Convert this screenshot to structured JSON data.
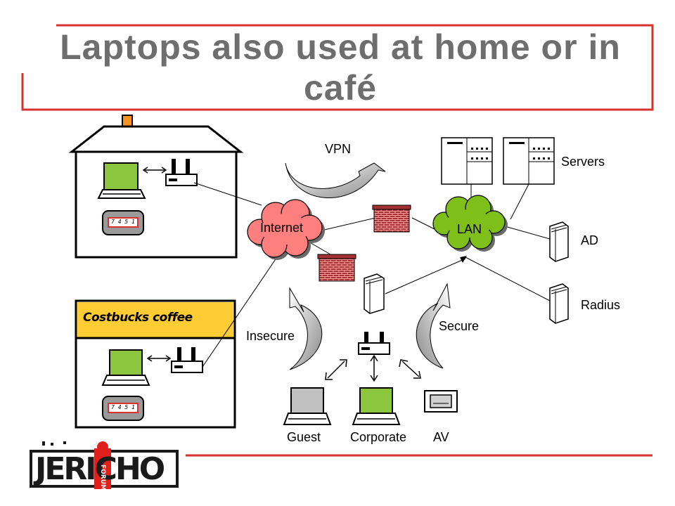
{
  "slide": {
    "title": "Laptops also used at home or in café"
  },
  "labels": {
    "vpn": "VPN",
    "servers": "Servers",
    "internet": "Internet",
    "lan": "LAN",
    "ad": "AD",
    "radius": "Radius",
    "coffee_shop": "Costbucks coffee",
    "insecure": "Insecure",
    "secure": "Secure",
    "guest": "Guest",
    "corporate": "Corporate",
    "av": "AV"
  },
  "token_display": "7 4 5 1",
  "logo": {
    "main_text": "JERICHO",
    "sub_text": "FORUM"
  },
  "colors": {
    "title": "#6e6e6e",
    "frame_red": "#d9312f",
    "internet_cloud": "#ff7f7f",
    "lan_cloud": "#7fbf1a",
    "corporate_screen": "#8cc63f",
    "guest_screen": "#c0c0c0",
    "coffee_band": "#ffcc33",
    "firewall": "#a33131",
    "chimney": "#f7931e",
    "logo_accent": "#e0201b"
  }
}
